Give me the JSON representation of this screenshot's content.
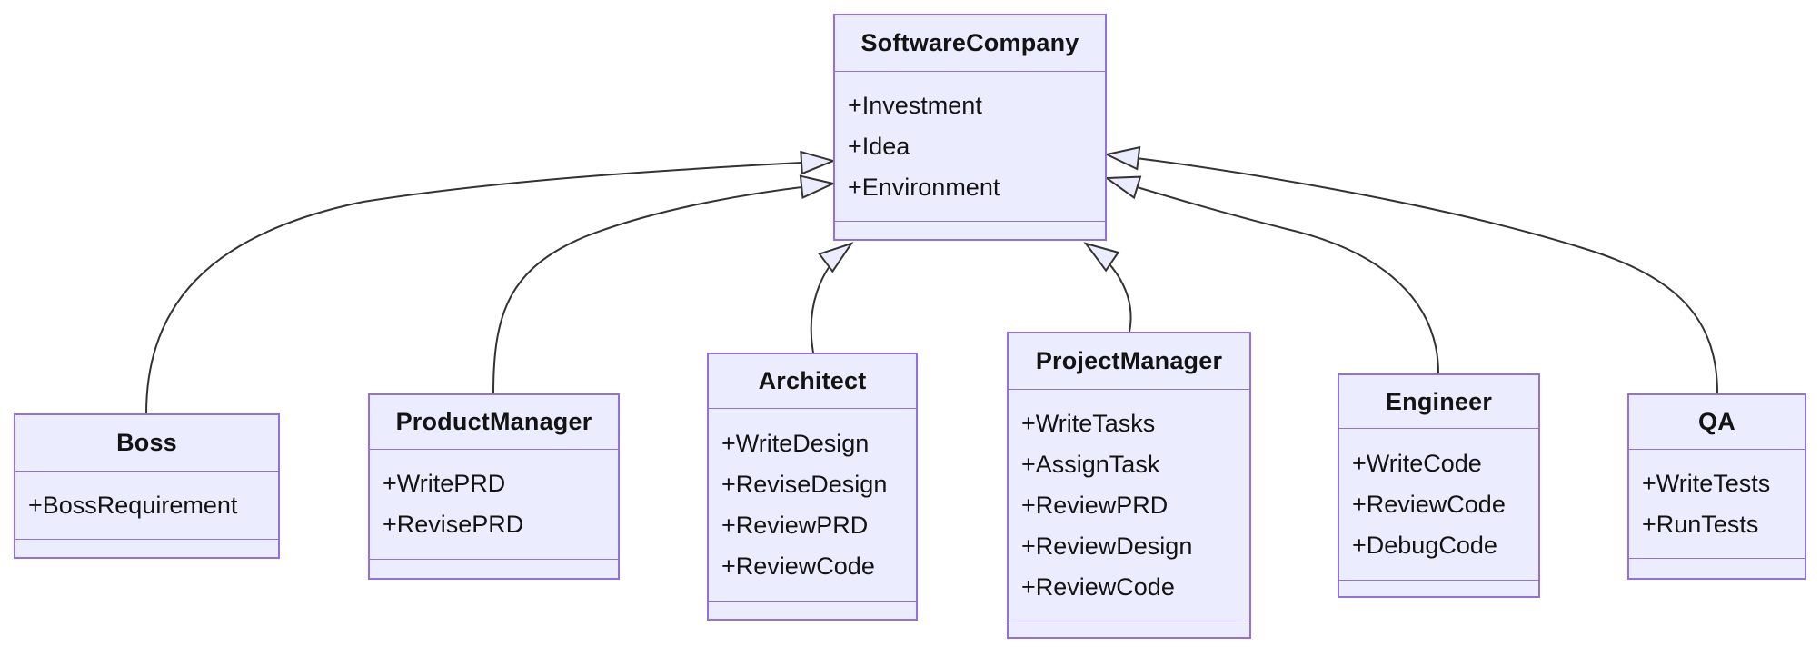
{
  "diagram": {
    "type": "uml-class-diagram",
    "background_color": "#ffffff",
    "node_fill_color": "#ECECFF",
    "node_border_color": "#9370DB",
    "edge_color": "#333333",
    "arrowhead_style": "hollow-triangle-inheritance",
    "classes": [
      {
        "name": "SoftwareCompany",
        "attributes": [
          "+Investment",
          "+Idea",
          "+Environment"
        ],
        "methods": []
      },
      {
        "name": "Boss",
        "attributes": [
          "+BossRequirement"
        ],
        "methods": []
      },
      {
        "name": "ProductManager",
        "attributes": [
          "+WritePRD",
          "+RevisePRD"
        ],
        "methods": []
      },
      {
        "name": "Architect",
        "attributes": [
          "+WriteDesign",
          "+ReviseDesign",
          "+ReviewPRD",
          "+ReviewCode"
        ],
        "methods": []
      },
      {
        "name": "ProjectManager",
        "attributes": [
          "+WriteTasks",
          "+AssignTask",
          "+ReviewPRD",
          "+ReviewDesign",
          "+ReviewCode"
        ],
        "methods": []
      },
      {
        "name": "Engineer",
        "attributes": [
          "+WriteCode",
          "+ReviewCode",
          "+DebugCode"
        ],
        "methods": []
      },
      {
        "name": "QA",
        "attributes": [
          "+WriteTests",
          "+RunTests"
        ],
        "methods": []
      }
    ],
    "relationships": [
      {
        "from": "Boss",
        "to": "SoftwareCompany",
        "type": "inheritance"
      },
      {
        "from": "ProductManager",
        "to": "SoftwareCompany",
        "type": "inheritance"
      },
      {
        "from": "Architect",
        "to": "SoftwareCompany",
        "type": "inheritance"
      },
      {
        "from": "ProjectManager",
        "to": "SoftwareCompany",
        "type": "inheritance"
      },
      {
        "from": "Engineer",
        "to": "SoftwareCompany",
        "type": "inheritance"
      },
      {
        "from": "QA",
        "to": "SoftwareCompany",
        "type": "inheritance"
      }
    ]
  }
}
